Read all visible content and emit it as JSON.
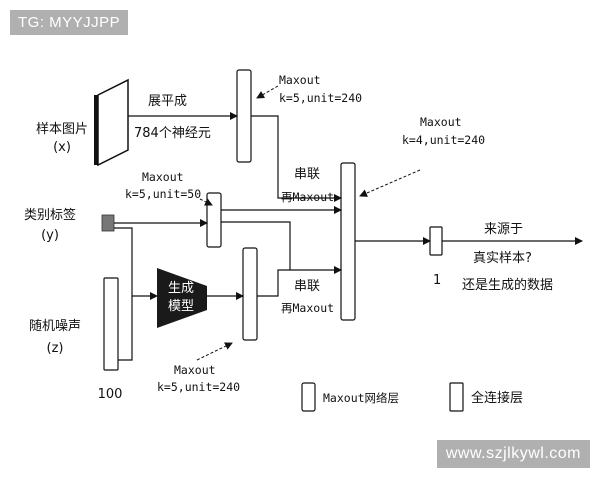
{
  "watermarks": {
    "top": "TG: MYYJJPP",
    "bottom": "www.szjlkywl.com"
  },
  "labels": {
    "sample_image": "样本图片",
    "sample_image_var": "(x)",
    "flatten": "展平成",
    "neurons": "784个神经元",
    "maxout1": "Maxout",
    "maxout1_params": "k=5,unit=240",
    "maxout2": "Maxout",
    "maxout2_params": "k=4,unit=240",
    "maxout3": "Maxout",
    "maxout3_params": "k=5,unit=50",
    "category_label": "类别标签",
    "category_label_var": "(y)",
    "concat1": "串联",
    "concat1_sub": "再Maxout",
    "concat2": "串联",
    "concat2_sub": "再Maxout",
    "question1": "来源于",
    "question2": "真实样本?",
    "question3": "还是生成的数据",
    "output_count": "1",
    "generator1": "生成",
    "generator2": "模型",
    "random_noise": "随机噪声",
    "random_noise_var": "(z)",
    "noise_count": "100",
    "maxout4": "Maxout",
    "maxout4_params": "k=5,unit=240"
  },
  "legend": {
    "maxout_layer": "Maxout网络层",
    "fc_layer": "全连接层"
  },
  "colors": {
    "line": "#111111",
    "generator_fill": "#1a1a1a",
    "label_block": "#777777"
  }
}
